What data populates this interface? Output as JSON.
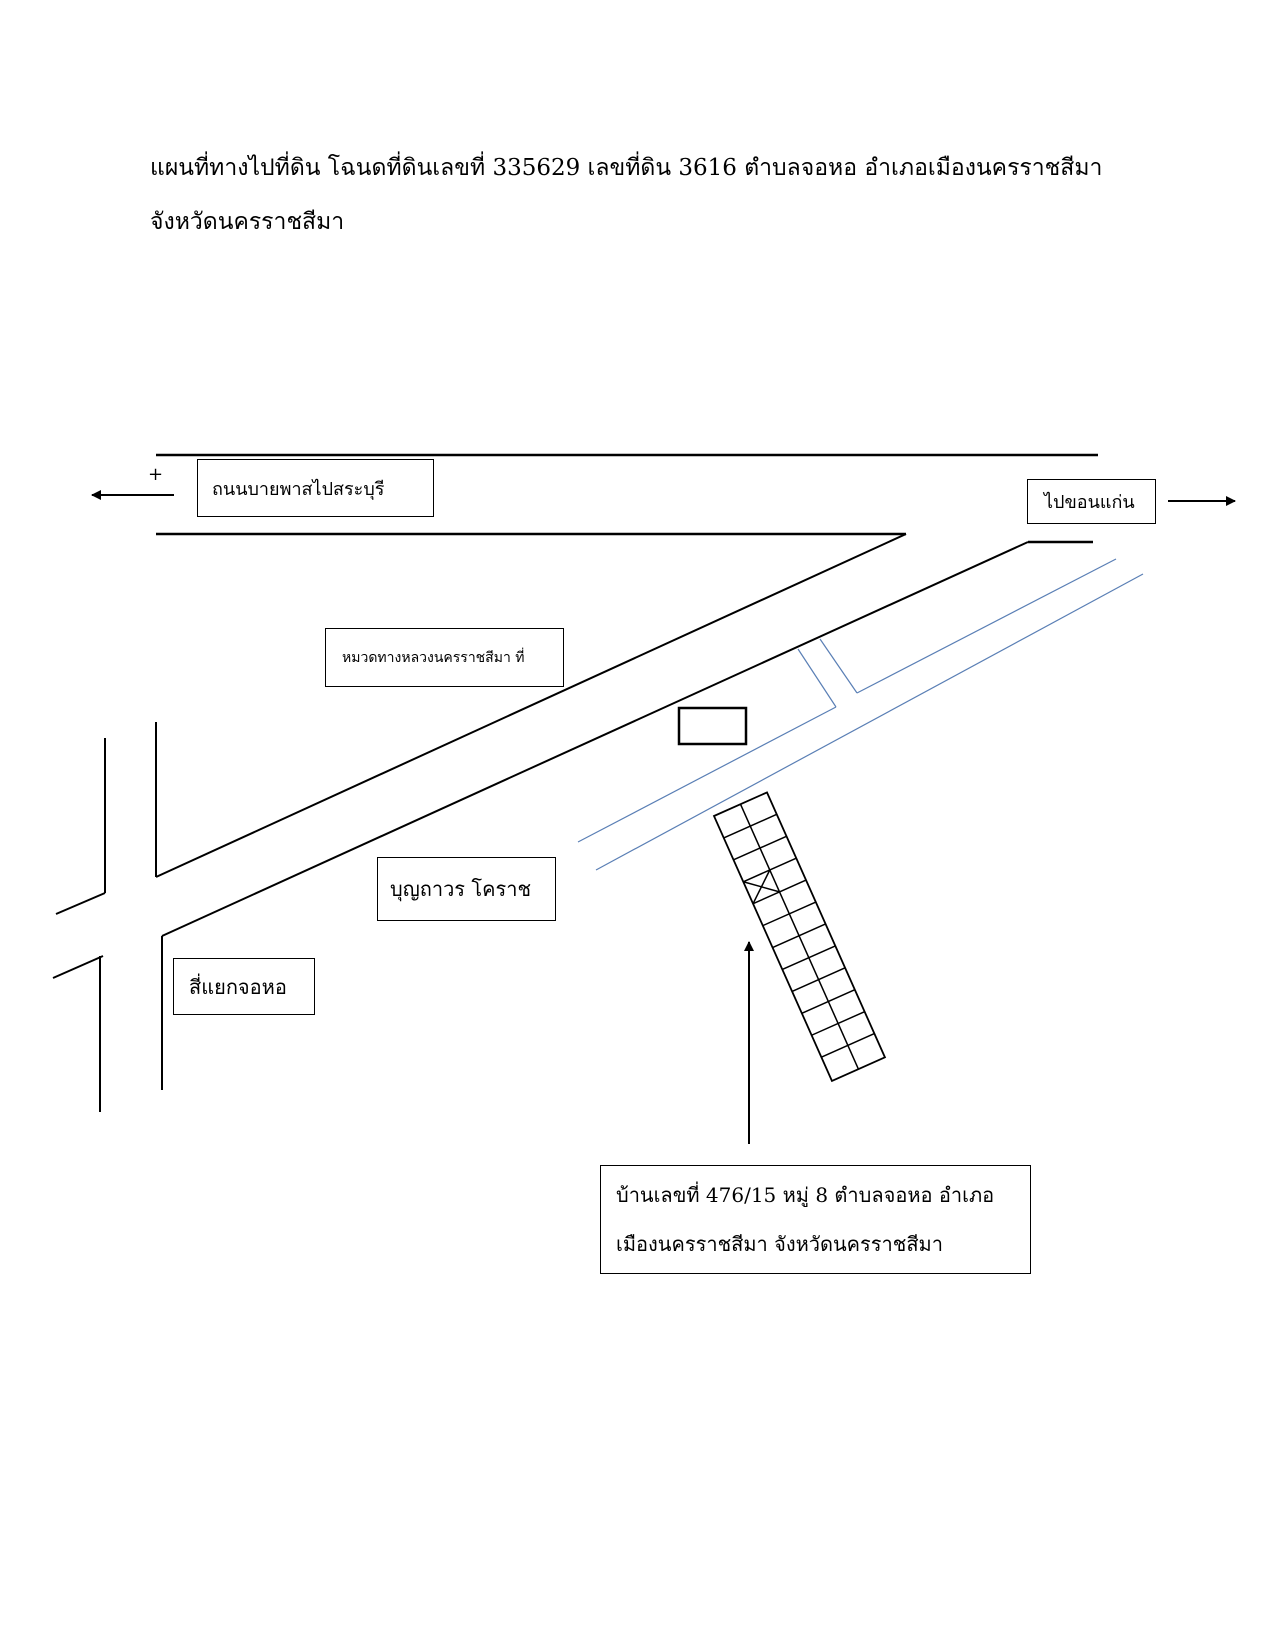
{
  "document": {
    "title_line_1": "แผนที่ทางไปที่ดิน โฉนดที่ดินเลขที่ 335629 เลขที่ดิน 3616 ตำบลจอหอ อำเภอเมืองนครราชสีมา",
    "title_line_2": "จังหวัดนครราชสีมา"
  },
  "map": {
    "labels": {
      "bypass_road": "ถนนบายพาสไปสระบุรี",
      "to_khon_kaen": "ไปขอนแก่น",
      "highway_district": "หมวดทางหลวงนครราชสีมา ที่",
      "bunthaworn": "บุญถาวร โคราช",
      "intersection": "สี่แยกจอหอ",
      "house_line_1": "บ้านเลขที่ 476/15 หมู่ 8 ตำบลจอหอ อำเภอ",
      "house_line_2": "เมืองนครราชสีมา จังหวัดนครราชสีมา"
    },
    "plus_mark": "+",
    "colors": {
      "road_line": "#000000",
      "canal_line": "#5a7fb5"
    }
  }
}
